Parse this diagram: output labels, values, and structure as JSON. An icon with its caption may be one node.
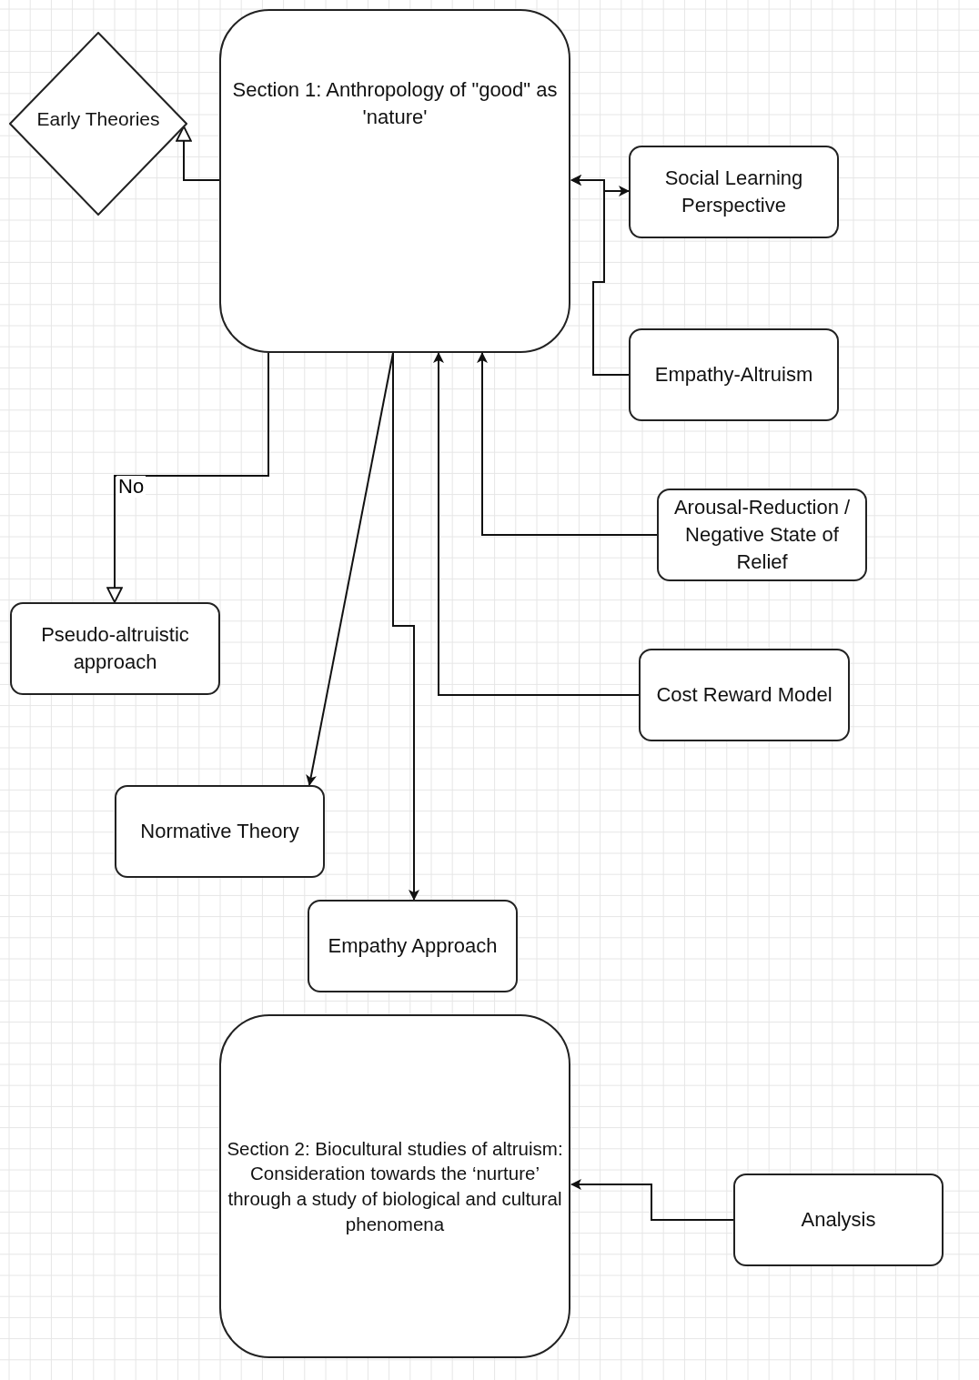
{
  "diagram": {
    "nodes": [
      {
        "text": [
          "Early Theories"
        ]
      },
      {
        "text": [
          "Section 1: Anthropology of \"good\" as 'nature'"
        ]
      },
      {
        "text": [
          "Social Learning Perspective"
        ]
      },
      {
        "text": [
          "Empathy-Altruism"
        ]
      },
      {
        "text": [
          "Arousal-Reduction / Negative State of Relief"
        ]
      },
      {
        "text": [
          "Pseudo-altruistic approach"
        ]
      },
      {
        "text": [
          "Cost Reward Model"
        ]
      },
      {
        "text": [
          "Normative Theory"
        ]
      },
      {
        "text": [
          "Empathy Approach"
        ]
      },
      {
        "text": [
          "Section 2: Biocultural studies of altruism: Consideration towards the ‘nurture’ through a study of biological and cultural phenomena"
        ]
      },
      {
        "text": [
          "Analysis"
        ]
      }
    ],
    "edges": [
      {
        "from": 1,
        "to": 0,
        "arrow": "to"
      },
      {
        "from": 1,
        "to": 2,
        "arrow": "both"
      },
      {
        "from": 3,
        "to": 1,
        "arrow": "to"
      },
      {
        "from": 1,
        "to": 5,
        "arrow": "to",
        "label": "No"
      },
      {
        "from": 1,
        "to": 7,
        "arrow": "to"
      },
      {
        "from": 1,
        "to": 8,
        "arrow": "to"
      },
      {
        "from": 4,
        "to": 1,
        "arrow": "to"
      },
      {
        "from": 6,
        "to": 1,
        "arrow": "to"
      },
      {
        "from": 10,
        "to": 9,
        "arrow": "to"
      }
    ]
  }
}
